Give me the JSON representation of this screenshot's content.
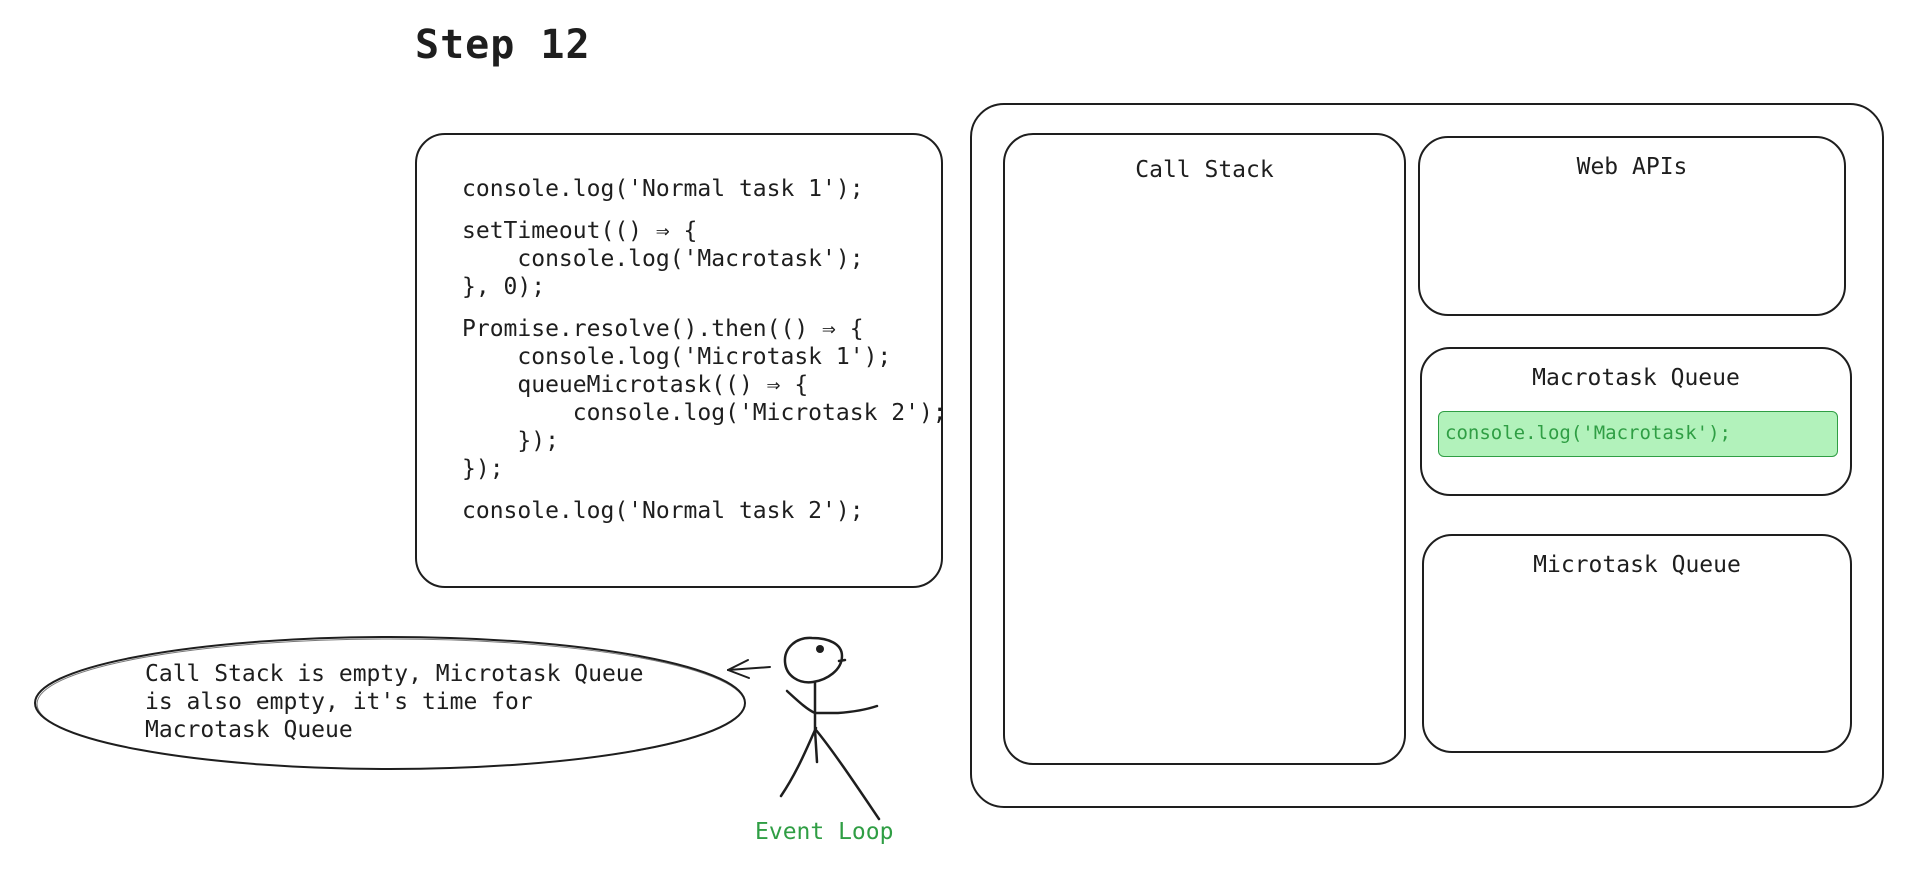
{
  "step_title": "Step 12",
  "code": {
    "blocks": [
      [
        "console.log('Normal task 1');"
      ],
      [
        "setTimeout(() ⇒ {",
        "    console.log('Macrotask');",
        "}, 0);"
      ],
      [
        "Promise.resolve().then(() ⇒ {",
        "    console.log('Microtask 1');",
        "    queueMicrotask(() ⇒ {",
        "        console.log('Microtask 2');",
        "    });",
        "});"
      ],
      [
        "console.log('Normal task 2');"
      ]
    ]
  },
  "panels": {
    "call_stack": {
      "title": "Call Stack",
      "items": []
    },
    "web_apis": {
      "title": "Web APIs",
      "items": []
    },
    "macrotask_queue": {
      "title": "Macrotask Queue",
      "items": [
        "console.log('Macrotask');"
      ]
    },
    "microtask_queue": {
      "title": "Microtask Queue",
      "items": []
    }
  },
  "speech_bubble": {
    "text": "Call Stack is empty, Microtask Queue\nis also empty, it's time for\nMacrotask Queue"
  },
  "character": {
    "label": "Event Loop",
    "icon": "stick-figure-icon"
  },
  "colors": {
    "stroke": "#1e1e1e",
    "highlight_fill": "#b2f2bb",
    "highlight_text": "#2f9e44",
    "label_green": "#2f9e44"
  }
}
